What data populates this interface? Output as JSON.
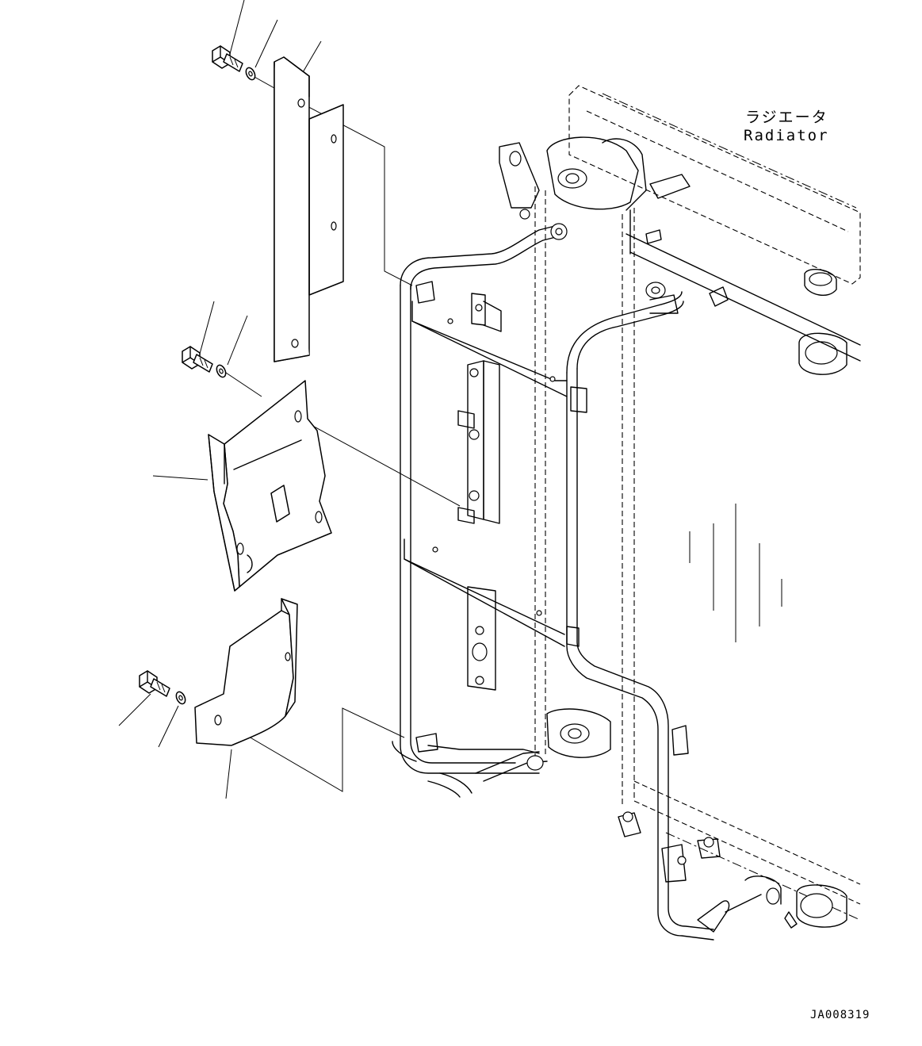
{
  "labels": {
    "radiator_jp": "ラジエータ",
    "radiator_en": "Radiator",
    "drawing_code": "JA008319"
  }
}
